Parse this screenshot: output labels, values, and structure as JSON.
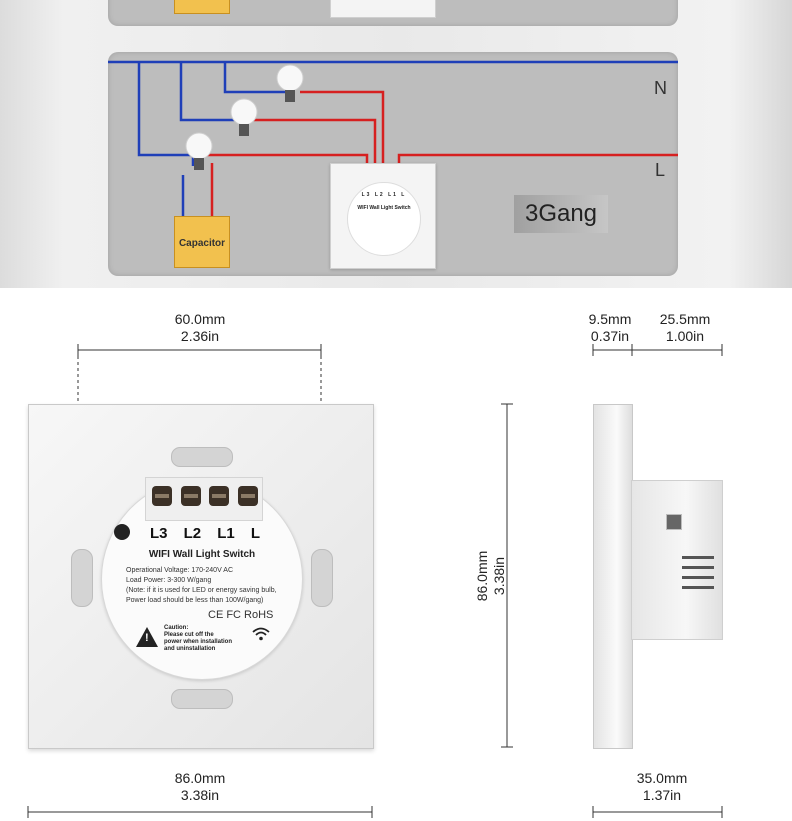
{
  "wiring": {
    "neutral_label": "N",
    "live_label": "L",
    "gang_label": "3Gang",
    "capacitor_label": "Capacitor",
    "mini_terminals": "L3 L2 L1 L",
    "mini_title": "WIFI Wall Light Switch",
    "colors": {
      "neutral_wire": "#1f3fb8",
      "live_wire": "#d62020",
      "panel": "#bdbdbd"
    }
  },
  "front": {
    "width_top": {
      "mm": "60.0mm",
      "in": "2.36in"
    },
    "width_bottom": {
      "mm": "86.0mm",
      "in": "3.38in"
    },
    "height": {
      "mm": "86.0mm",
      "in": "3.38in"
    },
    "terminals": [
      "L3",
      "L2",
      "L1",
      "L"
    ],
    "title": "WIFI Wall Light Switch",
    "spec_lines": [
      "Operational Voltage: 170-240V AC",
      "Load Power: 3-300 W/gang",
      "(Note: if it is used for LED or energy saving bulb,",
      "Power load should be less than 100W/gang)"
    ],
    "marks": "CE FC RoHS",
    "caution_lines": [
      "Caution:",
      "Please cut off the",
      "power when installation",
      "and uninstallation"
    ]
  },
  "side": {
    "plate_depth": {
      "mm": "9.5mm",
      "in": "0.37in"
    },
    "body_depth": {
      "mm": "25.5mm",
      "in": "1.00in"
    },
    "total_depth": {
      "mm": "35.0mm",
      "in": "1.37in"
    }
  }
}
